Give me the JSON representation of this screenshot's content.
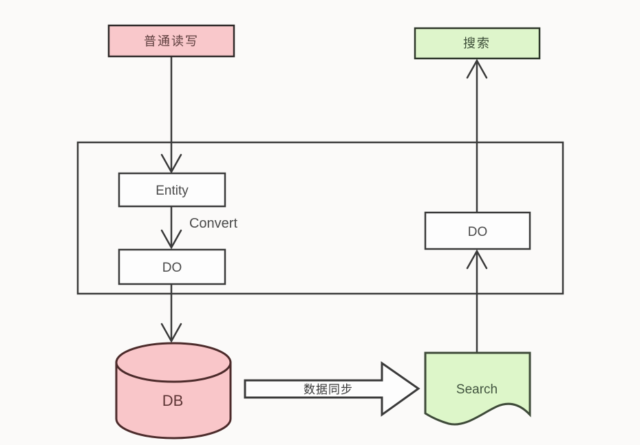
{
  "canvas": {
    "width": "930",
    "height": "647"
  },
  "palette": {
    "bg": "#fbfaf9",
    "line": "#3a3a3a",
    "box_fill": "#fdfdfd",
    "box_text": "#4a4a4a",
    "pink_fill": "#f9c8cb",
    "pink_stroke": "#2e2929",
    "pink_text": "#5d3e3e",
    "green_fill": "#def5cb",
    "green_stroke": "#2d362a",
    "green_text": "#3c4d38",
    "db_fill": "#f9c6c9",
    "db_stroke": "#4c2b2b",
    "db_text": "#5d3535",
    "doc_fill": "#ddf6c9",
    "doc_stroke": "#3e4a39",
    "doc_text": "#41543f"
  },
  "nodes": {
    "normal_rw": {
      "label": "普通读写"
    },
    "search_entry": {
      "label": "搜索"
    },
    "entity": {
      "label": "Entity"
    },
    "do_left": {
      "label": "DO"
    },
    "do_right": {
      "label": "DO"
    },
    "db": {
      "label": "DB"
    },
    "search_doc": {
      "label": "Search"
    }
  },
  "labels": {
    "convert": "Convert",
    "data_sync": "数据同步"
  }
}
